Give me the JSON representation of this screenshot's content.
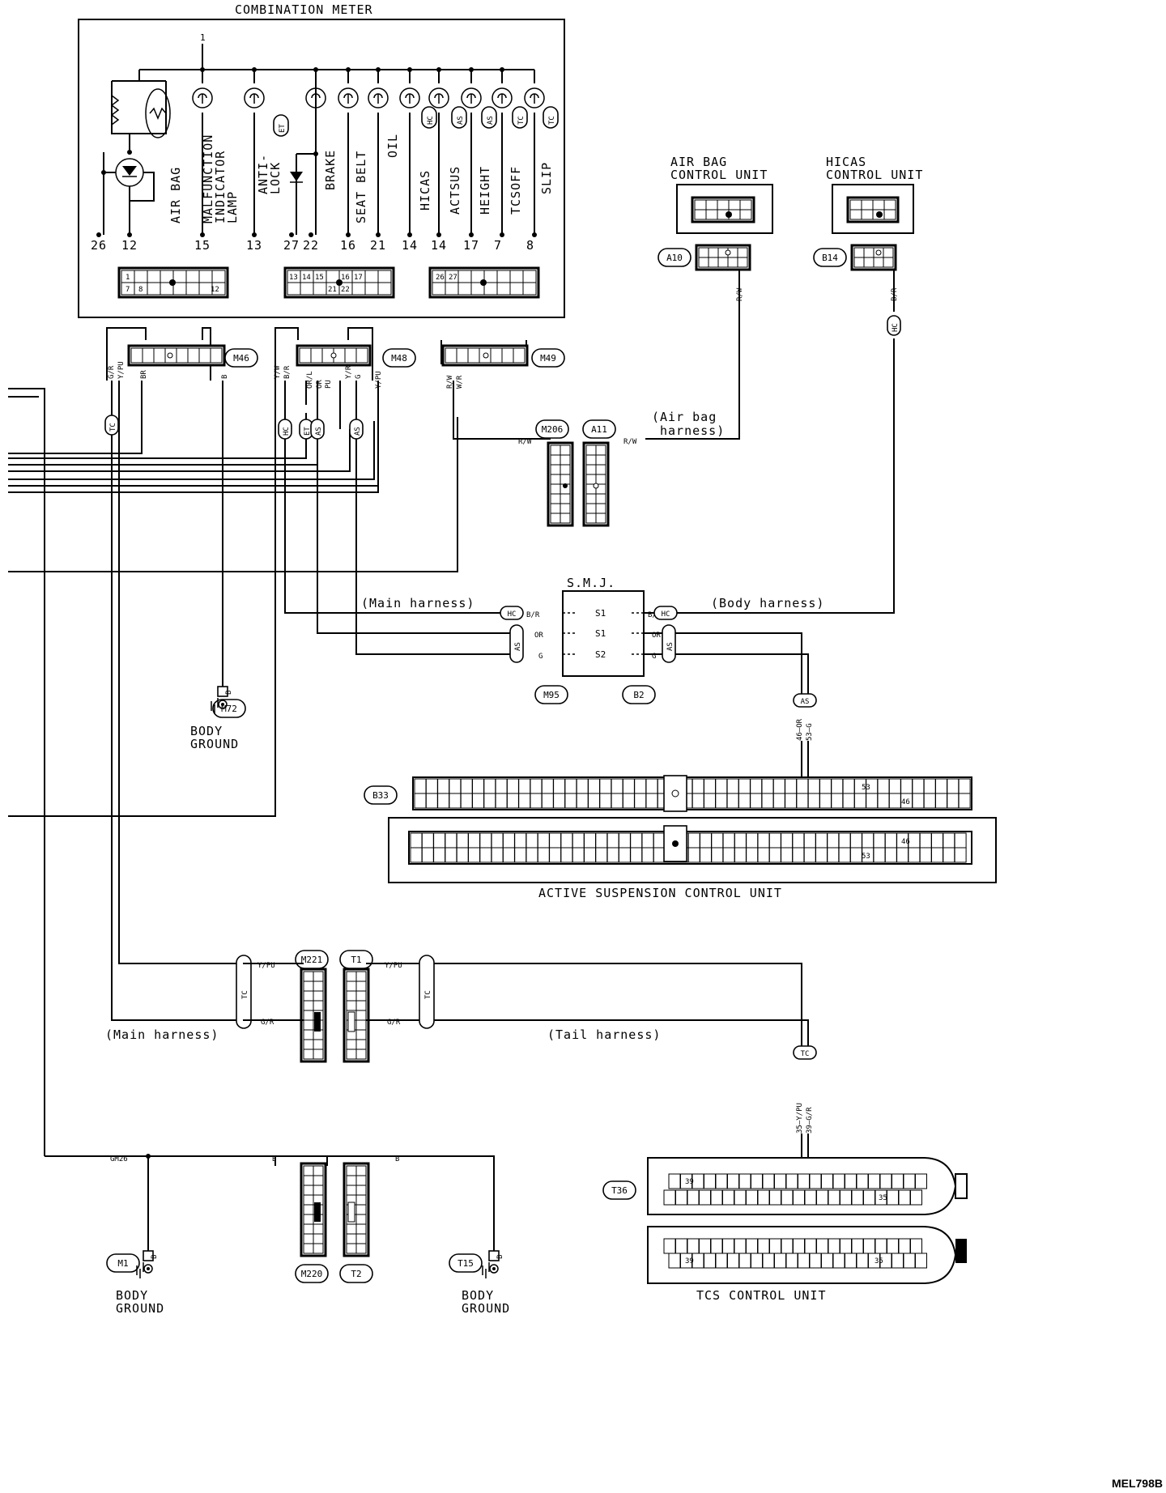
{
  "diagram_code": "MEL798B",
  "combination_meter": {
    "title": "COMBINATION METER",
    "top_pin": "1",
    "lamps": [
      {
        "label": "AIR BAG"
      },
      {
        "label": "MALFUNCTION INDICATOR LAMP"
      },
      {
        "label": "ANTI-LOCK",
        "badge": "ET"
      },
      {
        "label": "BRAKE"
      },
      {
        "label": "SEAT BELT"
      },
      {
        "label": "OIL"
      },
      {
        "label": "HICAS",
        "badge": "HC"
      },
      {
        "label": "ACTSUS",
        "badge": "AS"
      },
      {
        "label": "HEIGHT",
        "badge": "AS"
      },
      {
        "label": "TCSOFF",
        "badge": "TC"
      },
      {
        "label": "SLIP",
        "badge": "TC"
      }
    ],
    "pins": [
      "26",
      "12",
      "15",
      "13",
      "27",
      "22",
      "16",
      "21",
      "14",
      "14",
      "17",
      "7",
      "8"
    ],
    "connector_pins": {
      "left": [
        "1",
        "7",
        "8",
        "12"
      ],
      "mid": [
        "13",
        "14",
        "15",
        "16",
        "17",
        "21",
        "22"
      ],
      "right": [
        "26",
        "27"
      ]
    }
  },
  "connectors": {
    "m46": "M46",
    "m48": "M48",
    "m49": "M49",
    "m206": "M206",
    "a11": "A11",
    "a10": "A10",
    "b14": "B14",
    "m95": "M95",
    "b2": "B2",
    "b33": "B33",
    "m72": "M72",
    "m221": "M221",
    "t1": "T1",
    "m220": "M220",
    "t2": "T2",
    "m1": "M1",
    "t15": "T15",
    "t36": "T36",
    "gm26": "GM26"
  },
  "units": {
    "air_bag": "AIR BAG CONTROL UNIT",
    "hicas": "HICAS CONTROL UNIT",
    "active_suspension": "ACTIVE SUSPENSION CONTROL UNIT",
    "tcs": "TCS CONTROL UNIT",
    "smj": "S.M.J."
  },
  "wires": {
    "gr": "G/R",
    "ypu": "Y/PU",
    "br": "BR",
    "b": "B",
    "yw": "Y/W",
    "b_r": "B/R",
    "orl": "OR/L",
    "or": "OR",
    "pu": "PU",
    "yr": "Y/R",
    "g": "G",
    "rw": "R/W",
    "wr": "W/R"
  },
  "badges": {
    "tc": "TC",
    "hc": "HC",
    "et": "ET",
    "as": "AS"
  },
  "harness": {
    "air_bag": "(Air bag harness)",
    "main": "(Main harness)",
    "body": "(Body harness)",
    "tail": "(Tail harness)"
  },
  "smj_pins": {
    "s1": "S1",
    "s2": "S2"
  },
  "ground_label": "BODY GROUND",
  "pin_numbers": {
    "as_46": "46",
    "as_53": "53",
    "tcs_35": "35",
    "tcs_39": "39"
  }
}
